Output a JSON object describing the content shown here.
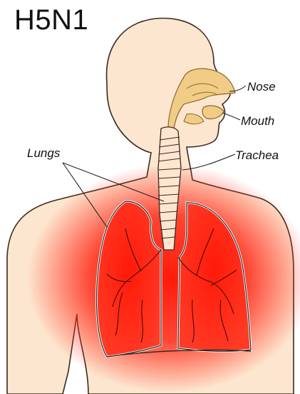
{
  "title": "H5N1",
  "labels": {
    "nose": "Nose",
    "mouth": "Mouth",
    "trachea": "Trachea",
    "lungs": "Lungs"
  },
  "colors": {
    "skin": "#fde6cf",
    "nasal": "#f1cc86",
    "infection": "#ff1a0a",
    "outline": "#222222"
  }
}
